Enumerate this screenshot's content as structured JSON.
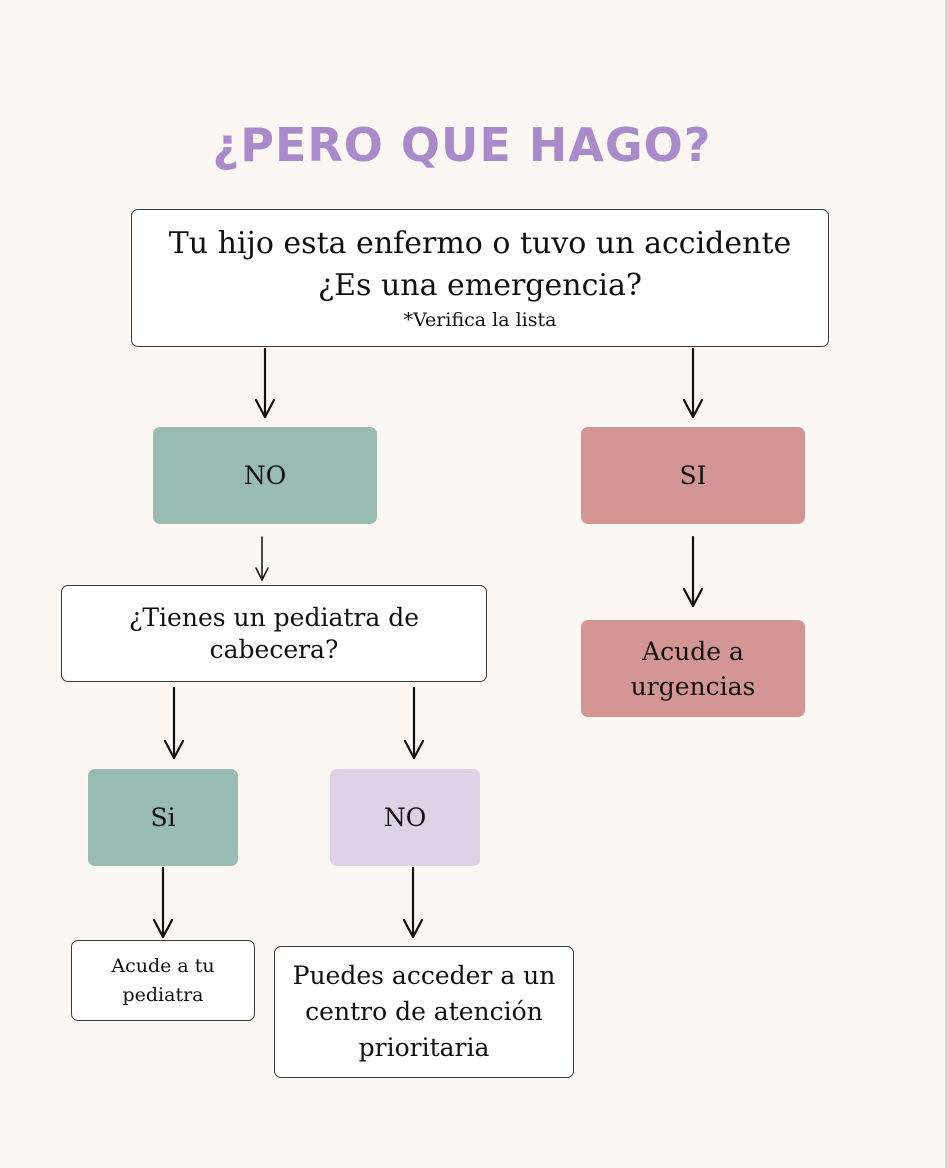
{
  "title": "¿PERO QUE HAGO?",
  "main_question": {
    "line1": "Tu hijo esta enfermo o tuvo un accidente",
    "line2": "¿Es una emergencia?",
    "note": "*Verifica la lista"
  },
  "branch_no": {
    "label": "NO",
    "question": "¿Tienes un pediatra de cabecera?",
    "yes_label": "Si",
    "yes_action": [
      "Acude a tu",
      "pediatra"
    ],
    "no_label": "NO",
    "no_action": [
      "Puedes acceder a un",
      "centro de atención",
      "prioritaria"
    ]
  },
  "branch_si": {
    "label": "SI",
    "action": [
      "Acude a",
      "urgencias"
    ]
  },
  "colors": {
    "background": "#fdf7f3",
    "title": "#a98bcb",
    "green": "#98bbb2",
    "pink": "#d49694",
    "lilac": "#e0d2e6"
  }
}
